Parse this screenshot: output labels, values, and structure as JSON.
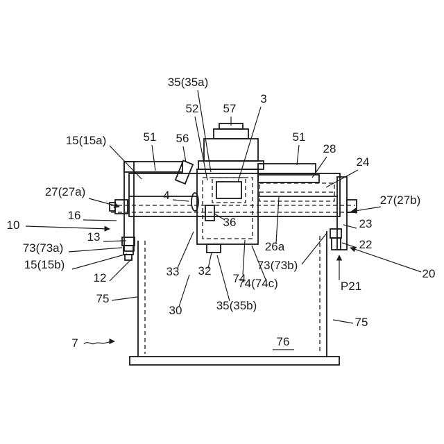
{
  "figure": {
    "background": "#ffffff",
    "line_color": "#1a1a1a",
    "type": "patent-line-drawing",
    "labels": {
      "l35a": "35(35a)",
      "l52": "52",
      "l57": "57",
      "l3": "3",
      "l15a": "15(15a)",
      "l51L": "51",
      "l56": "56",
      "l51R": "51",
      "l28": "28",
      "l24": "24",
      "l27a": "27(27a)",
      "l4": "4",
      "l27b": "27(27b)",
      "l10": "10",
      "l16": "16",
      "l23": "23",
      "l13": "13",
      "l36": "36",
      "l22": "22",
      "l73a": "73(73a)",
      "l26a": "26a",
      "l15b": "15(15b)",
      "l73b": "73(73b)",
      "l12": "12",
      "l33": "33",
      "l32": "32",
      "l74": "74",
      "l20": "20",
      "l75L": "75",
      "l74c": "74(74c)",
      "lP21": "P21",
      "l30": "30",
      "l35b": "35(35b)",
      "l75R": "75",
      "l7": "7",
      "l76": "76"
    }
  }
}
